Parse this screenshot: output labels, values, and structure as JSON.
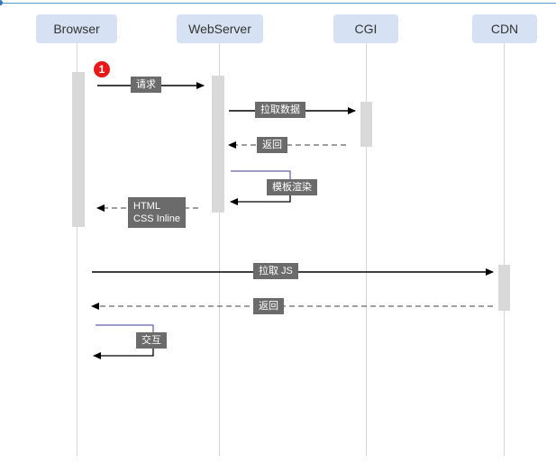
{
  "participants": [
    "Browser",
    "WebServer",
    "CGI",
    "CDN"
  ],
  "step_badge": "1",
  "messages": {
    "request": "请求",
    "fetch_data": "拉取数据",
    "return_cgi": "返回",
    "template_render": "模板渲染",
    "html_line1": "HTML",
    "html_line2": "CSS Inline",
    "fetch_js": "拉取 JS",
    "return_cdn": "返回",
    "interaction": "交互"
  },
  "colors": {
    "actor_fill": "#d6e2f3",
    "label_fill": "#6b6b6b",
    "badge": "#e81919",
    "self_loop_top": "#3b3b9a"
  }
}
